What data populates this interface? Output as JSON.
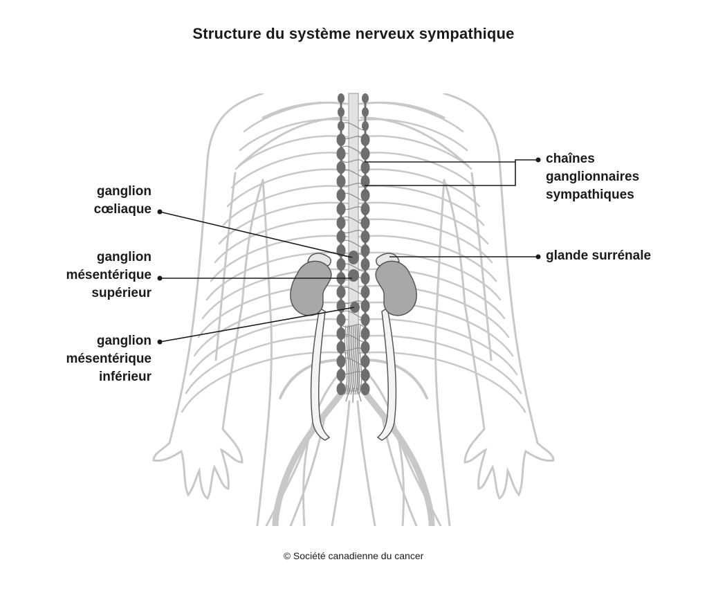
{
  "title": "Structure du système nerveux sympathique",
  "labels": {
    "celiac": [
      "ganglion",
      "cœliaque"
    ],
    "superior_mesenteric": [
      "ganglion",
      "mésentérique",
      "supérieur"
    ],
    "inferior_mesenteric": [
      "ganglion",
      "mésentérique",
      "inférieur"
    ],
    "sympathetic_chains": [
      "chaînes",
      "ganglionnaires",
      "sympathiques"
    ],
    "adrenal_gland": [
      "glande surrénale"
    ]
  },
  "credit": "© Société canadienne du cancer",
  "colors": {
    "body_outline": "#c8c8c8",
    "ganglia": "#6e6e6e",
    "kidney": "#a8a8a8",
    "leader_line": "#1a1a1a",
    "text": "#1a1a1a"
  }
}
